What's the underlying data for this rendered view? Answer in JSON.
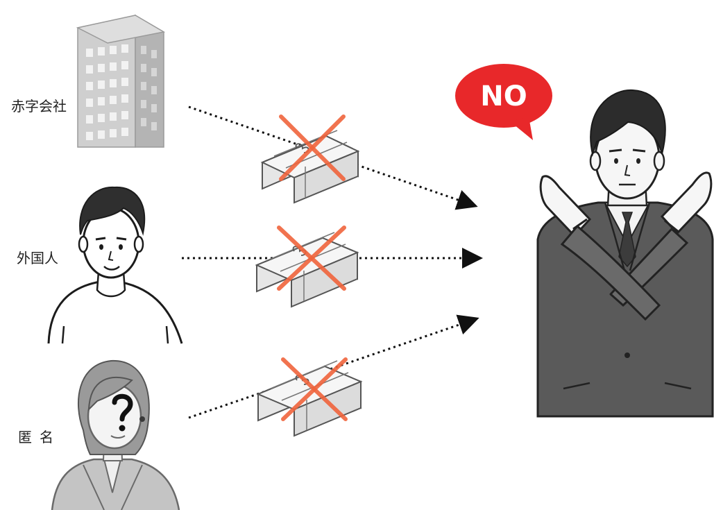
{
  "senders": [
    {
      "label": "赤字会社",
      "icon": "office-building-icon"
    },
    {
      "label": "外国人",
      "icon": "foreign-person-icon"
    },
    {
      "label": "匿名",
      "icon": "anonymous-person-icon"
    }
  ],
  "speech_bubble": {
    "text": "NO",
    "color": "#e8282a"
  },
  "rejected_item_icon": "gift-box-icon",
  "cross_mark_color": "#f0643c",
  "arrow_style": "dotted",
  "receiver_icon": "crossed-arms-man-icon"
}
